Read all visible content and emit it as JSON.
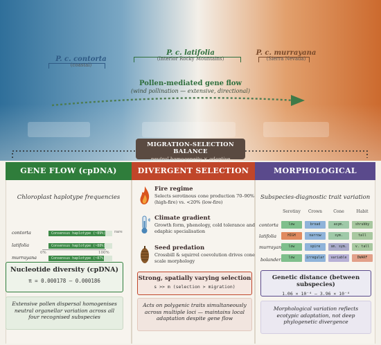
{
  "top": {
    "subspecies": [
      {
        "name": "P. c. contorta",
        "region": "(coastal)"
      },
      {
        "name": "P. c. latifolia",
        "region": "(Interior Rocky Mountains)"
      },
      {
        "name": "P. c. murrayana",
        "region": "(Sierra Nevada)"
      }
    ],
    "flow_title": "Pollen-mediated gene flow",
    "flow_subtitle": "(wind pollination — extensive, directional)",
    "balance_title": "MIGRATION-SELECTION BALANCE",
    "balance_subtitle": "neutral homogeneity × adaptive differentiation"
  },
  "gene_flow": {
    "header": "GENE FLOW (cpDNA)",
    "subhead": "Chloroplast haplotype frequencies",
    "rows": [
      {
        "label": "contorta",
        "text": "Consensus haplotype (~89%)",
        "fraction": 0.89,
        "rare": "rare"
      },
      {
        "label": "latifolia",
        "text": "Consensus haplotype (~88%)",
        "fraction": 0.88,
        "rare": ""
      },
      {
        "label": "murrayana",
        "text": "Consensus haplotype (~87%)",
        "fraction": 0.87,
        "rare": ""
      }
    ],
    "axis_min": "0%",
    "axis_max": "100%",
    "diversity_title": "Nucleotide diversity (cpDNA)",
    "diversity_value": "π = 0.000178 – 0.000186",
    "note": "Extensive pollen dispersal homogenises neutral organellar variation across all four recognised subspecies"
  },
  "selection": {
    "header": "DIVERGENT SELECTION",
    "items": [
      {
        "title": "Fire regime",
        "desc": "Selects serotinous cone production 70–90% (high-fire) vs. <20% (low-fire)",
        "icon": "flame-icon",
        "color": "#d9541e"
      },
      {
        "title": "Climate gradient",
        "desc": "Growth form, phenology, cold tolerance and edaphic specialisation",
        "icon": "thermometer-icon",
        "color": "#4a86b8"
      },
      {
        "title": "Seed predation",
        "desc": "Crossbill & squirrel coevolution drives cone scale morphology",
        "icon": "pine-cone-icon",
        "color": "#8a5a2b"
      }
    ],
    "strong_title": "Strong, spatially varying selection",
    "strong_value": "s >> m (selection > migration)",
    "note": "Acts on polygenic traits simultaneously across multiple loci — maintains local adaptation despite gene flow"
  },
  "morphology": {
    "header": "MORPHOLOGICAL OUTCOME",
    "subhead": "Subspecies-diagnostic trait variation",
    "columns": [
      "Serotiny",
      "Crown",
      "Cone",
      "Habit"
    ],
    "rows": [
      {
        "label": "contorta",
        "cells": [
          "low",
          "broad",
          "asym.",
          "shrubby"
        ]
      },
      {
        "label": "latifolia",
        "cells": [
          "HIGH",
          "narrow",
          "sym.",
          "tall"
        ]
      },
      {
        "label": "murrayana",
        "cells": [
          "low",
          "spire",
          "sm. sym.",
          "v. tall"
        ]
      },
      {
        "label": "bolanderi",
        "cells": [
          "low",
          "irregular",
          "variable",
          "DWARF"
        ]
      }
    ],
    "cell_colors": [
      [
        "#7fbf8c",
        "#8fb3d9",
        "#9fc9a8",
        "#a8c8a0"
      ],
      [
        "#e08a5f",
        "#8fb3d9",
        "#9fc9a8",
        "#a8c8a0"
      ],
      [
        "#7fbf8c",
        "#8fb3d9",
        "#a9a9c9",
        "#a8c8a0"
      ],
      [
        "#7fbf8c",
        "#8fb3d9",
        "#b7b0d6",
        "#e2a089"
      ]
    ],
    "distance_title": "Genetic distance (between subspecies)",
    "distance_value": "1.06 × 10⁻⁴ – 3.96 × 10⁻⁴",
    "note": "Morphological variation reflects ecotypic adaptation, not deep phylogenetic divergence"
  },
  "colors": {
    "gene_flow": "#2f7d3b",
    "selection": "#c0462a",
    "morphology": "#5a4a8c"
  }
}
